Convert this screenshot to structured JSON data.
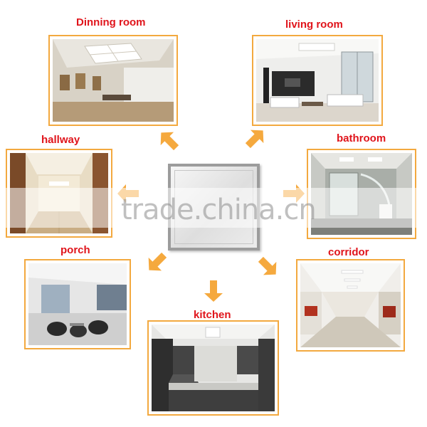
{
  "rooms": {
    "dinning_room": "Dinning room",
    "living_room": "living room",
    "hallway": "hallway",
    "bathroom": "bathroom",
    "porch": "porch",
    "corridor": "corridor",
    "kitchen": "kitchen"
  },
  "watermark": "trade.china.cn",
  "colors": {
    "label": "#e0141b",
    "frame": "#f3a93f",
    "arrow": "#f5a93e"
  }
}
